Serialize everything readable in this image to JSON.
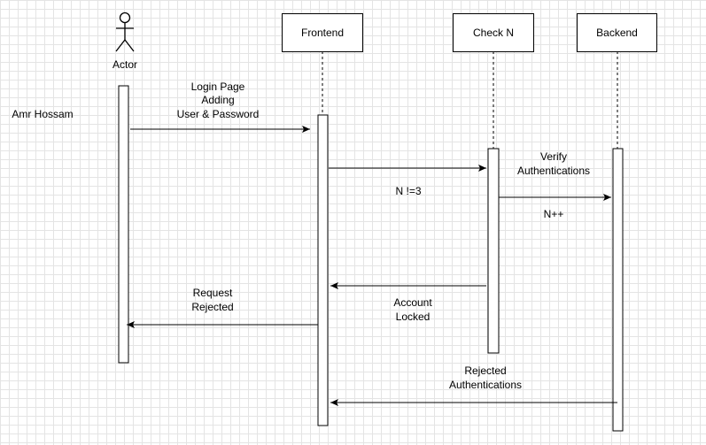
{
  "participants": {
    "actor": "Actor",
    "frontend": "Frontend",
    "checkn": "Check N",
    "backend": "Backend"
  },
  "note": "Amr Hossam",
  "messages": {
    "login": [
      "Login Page",
      "Adding",
      "User & Password"
    ],
    "forward": [],
    "verify": [
      "Verify",
      "Authentications"
    ],
    "n_check": [
      "N !=3"
    ],
    "n_increment": [
      "N++"
    ],
    "account_locked": [
      "Account",
      "Locked"
    ],
    "request_rejected": [
      "Request",
      "Rejected"
    ],
    "rejected_auth": [
      "Rejected",
      "Authentications"
    ]
  },
  "colors": {
    "line": "#000000",
    "grid": "#e4e4e4",
    "fill": "#ffffff"
  }
}
